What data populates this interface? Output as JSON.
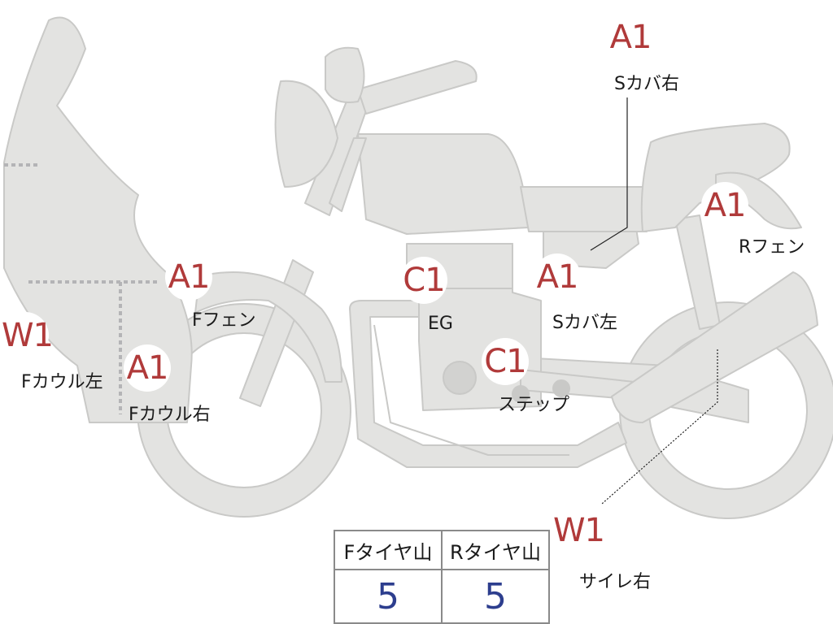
{
  "colors": {
    "grade": "#b03a3a",
    "value": "#2d3e8e",
    "bike_fill": "#e3e3e1",
    "bike_stroke": "#c9c9c7"
  },
  "labels": {
    "s_cover_right": {
      "grade": "A1",
      "part": "Sカバ右"
    },
    "r_fender": {
      "grade": "A1",
      "part": "Rフェン"
    },
    "f_fender": {
      "grade": "A1",
      "part": "Fフェン"
    },
    "engine": {
      "grade": "C1",
      "part": "EG"
    },
    "s_cover_left": {
      "grade": "A1",
      "part": "Sカバ左"
    },
    "f_cowl_left": {
      "grade": "W1",
      "part": "Fカウル左"
    },
    "f_cowl_right": {
      "grade": "A1",
      "part": "Fカウル右"
    },
    "step": {
      "grade": "C1",
      "part": "ステップ"
    },
    "silencer_right": {
      "grade": "W1",
      "part": "サイレ右"
    }
  },
  "tire_table": {
    "headers": [
      "Fタイヤ山",
      "Rタイヤ山"
    ],
    "values": [
      "5",
      "5"
    ]
  }
}
